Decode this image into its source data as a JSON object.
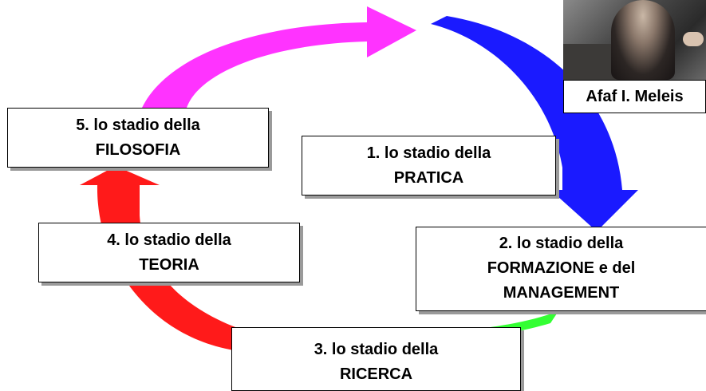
{
  "stages": [
    {
      "line1": "1.   lo stadio della",
      "line2": "PRATICA"
    },
    {
      "line1": "2.   lo stadio della",
      "line2": "FORMAZIONE e del",
      "line3": "MANAGEMENT"
    },
    {
      "line1": "3.   lo stadio della",
      "line2": "RICERCA"
    },
    {
      "line1": "4.   lo stadio della",
      "line2": "TEORIA"
    },
    {
      "line1": "5.   lo stadio della",
      "line2": "FILOSOFIA"
    }
  ],
  "photo": {
    "caption": "Afaf I. Meleis"
  },
  "colors": {
    "arrow_magenta": "#ff33ff",
    "arrow_blue": "#1a1aff",
    "arrow_green": "#33ff33",
    "arrow_red": "#ff1a1a"
  }
}
